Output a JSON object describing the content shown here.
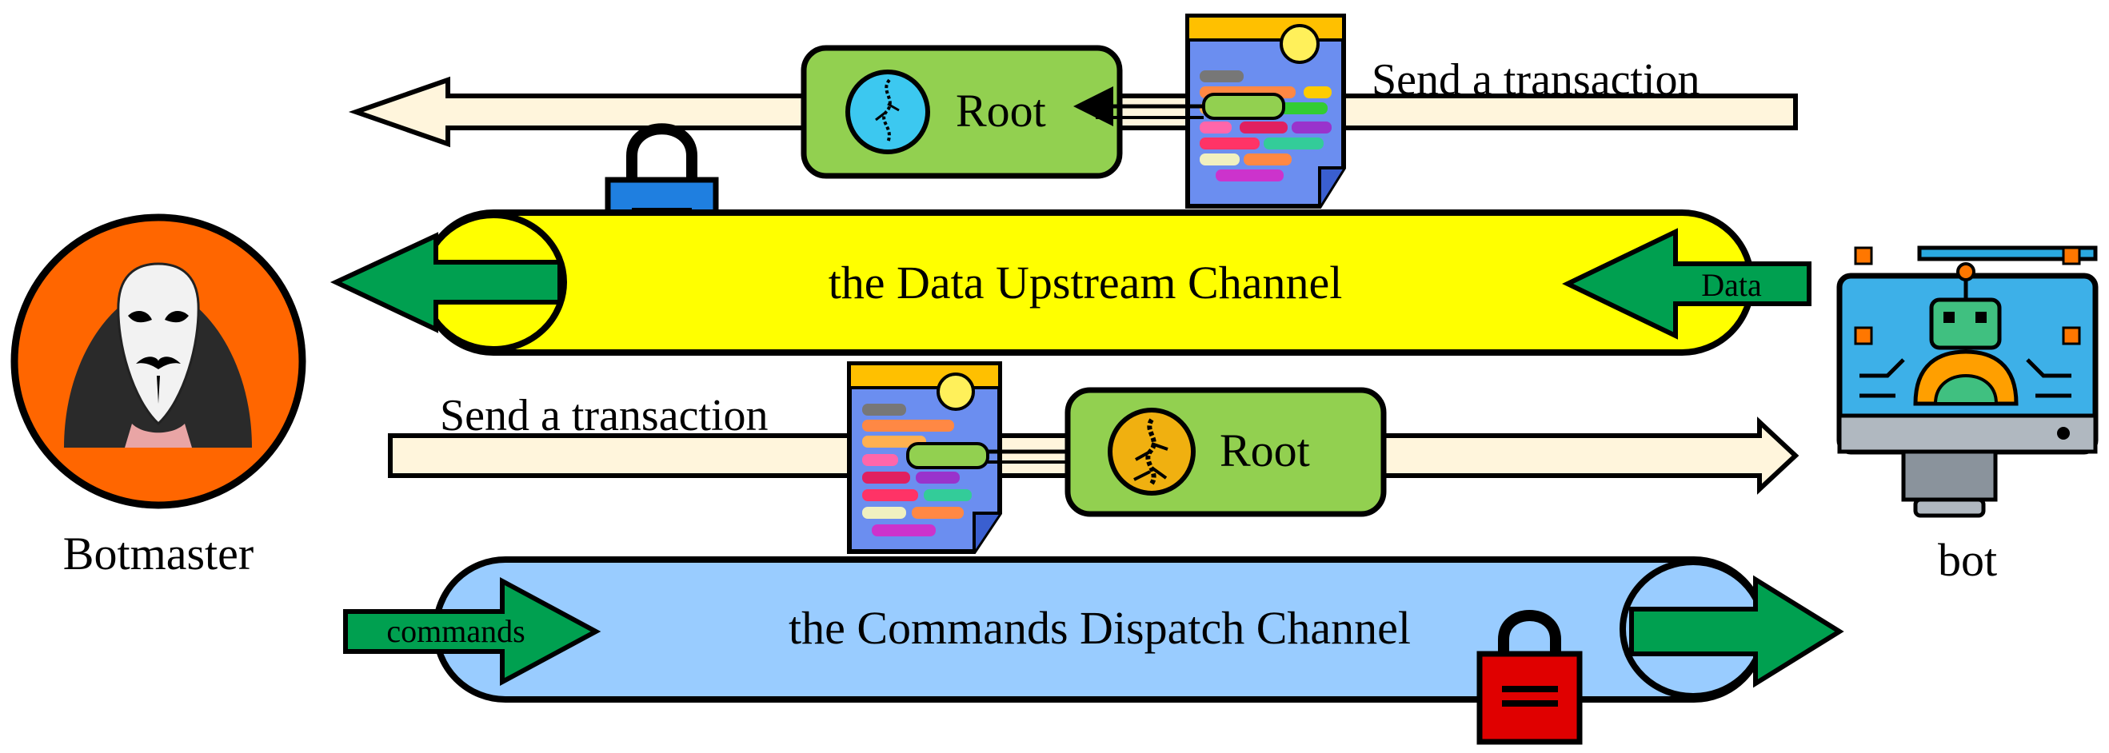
{
  "labels": {
    "botmaster": "Botmaster",
    "bot": "bot",
    "upstream_channel": "the Data Upstream Channel",
    "dispatch_channel": "the Commands Dispatch Channel",
    "data_arrow": "Data",
    "commands_arrow": "commands",
    "send_top": "Send a transaction",
    "send_bottom": "Send a transaction",
    "root_top": "Root",
    "root_bottom": "Root"
  },
  "colors": {
    "upstream_channel": "#ffff00",
    "dispatch_channel": "#99ccff",
    "green_arrow": "#00a050",
    "root_box": "#92d050",
    "lock_upstream": "#1f7fe0",
    "lock_dispatch": "#e00000",
    "botmaster_circle": "#ff6600",
    "transaction_arrow": "#fff5dc"
  },
  "icons": {
    "botmaster": "hacker-mask-icon",
    "bot": "robot-monitor-icon",
    "document": "code-document-icon",
    "lock": "padlock-icon",
    "root_top": "tree-root-icon",
    "root_bottom": "tree-root-icon"
  }
}
